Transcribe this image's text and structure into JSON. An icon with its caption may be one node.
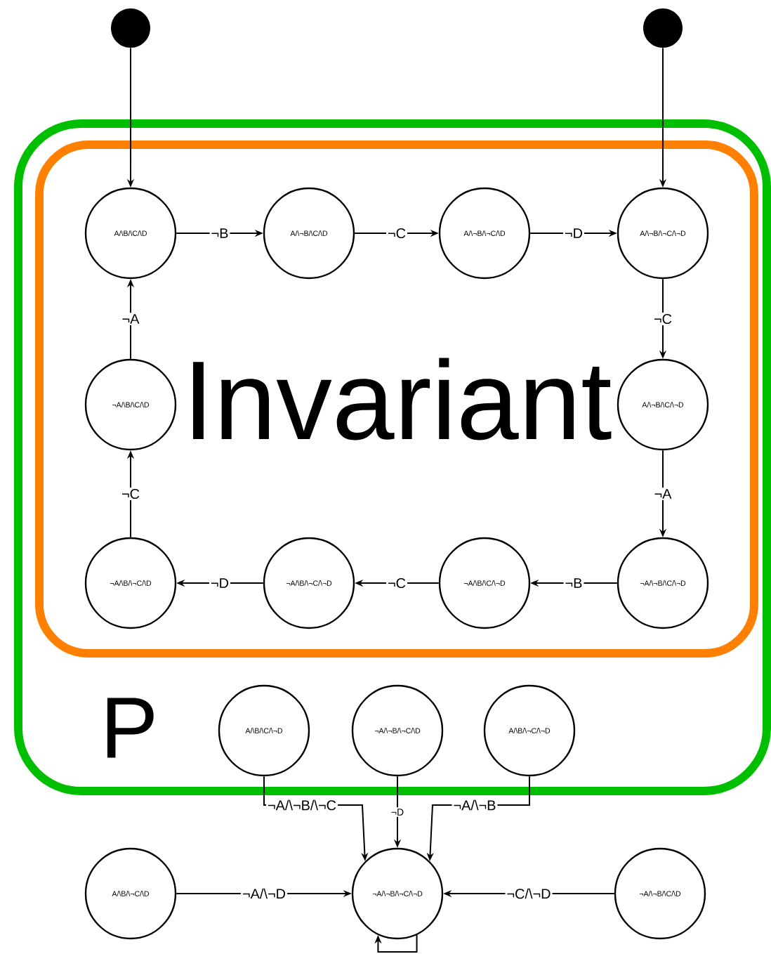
{
  "diagram": {
    "nodes": [
      {
        "text": [],
        "shape": "circle"
      },
      {
        "text": [],
        "shape": "circle"
      },
      {
        "text": [
          "P"
        ]
      },
      {
        "text": [
          "Invariant"
        ],
        "in": 2
      },
      {
        "text": [
          "A/\\B/\\C/\\D"
        ],
        "in": 3
      },
      {
        "text": [
          "A/\\¬B/\\C/\\D"
        ],
        "in": 3
      },
      {
        "text": [
          "A/\\¬B/\\¬C/\\D"
        ],
        "in": 3
      },
      {
        "text": [
          "A/\\¬B/\\¬C/\\¬D"
        ],
        "in": 3
      },
      {
        "text": [
          "¬A/\\B/\\C/\\D"
        ],
        "in": 3
      },
      {
        "text": [
          "A/\\¬B/\\C/\\¬D"
        ],
        "in": 3
      },
      {
        "text": [
          "¬A/\\B/\\¬C/\\D"
        ],
        "in": 3
      },
      {
        "text": [
          "¬A/\\B/\\¬C/\\¬D"
        ],
        "in": 3
      },
      {
        "text": [
          "¬A/\\B/\\C/\\¬D"
        ],
        "in": 3
      },
      {
        "text": [
          "¬A/\\¬B/\\C/\\¬D"
        ],
        "in": 3
      },
      {
        "text": [
          "A/\\B/\\C/\\¬D"
        ],
        "in": 2
      },
      {
        "text": [
          "¬A/\\¬B/\\¬C/\\D"
        ],
        "in": 2
      },
      {
        "text": [
          "A/\\B/\\¬C/\\¬D"
        ],
        "in": 2
      },
      {
        "text": [
          "A/\\B/\\¬C/\\D"
        ]
      },
      {
        "text": [
          "¬A/\\¬B/\\¬C/\\¬D"
        ]
      },
      {
        "text": [
          "¬A/\\¬B/\\C/\\D"
        ]
      }
    ],
    "edges": [
      {
        "from": 0,
        "to": 4,
        "arrow": "to"
      },
      {
        "from": 1,
        "to": 7,
        "arrow": "to"
      },
      {
        "from": 4,
        "to": 5,
        "arrow": "to",
        "label": "¬B"
      },
      {
        "from": 5,
        "to": 6,
        "arrow": "to",
        "label": "¬C"
      },
      {
        "from": 6,
        "to": 7,
        "arrow": "to",
        "label": "¬D"
      },
      {
        "from": 7,
        "to": 9,
        "arrow": "to",
        "label": "¬C"
      },
      {
        "from": 9,
        "to": 13,
        "arrow": "to",
        "label": "¬A"
      },
      {
        "from": 13,
        "to": 12,
        "arrow": "to",
        "label": "¬B"
      },
      {
        "from": 12,
        "to": 11,
        "arrow": "to",
        "label": "¬C"
      },
      {
        "from": 11,
        "to": 10,
        "arrow": "to",
        "label": "¬D"
      },
      {
        "from": 10,
        "to": 8,
        "arrow": "to",
        "label": "¬C"
      },
      {
        "from": 8,
        "to": 4,
        "arrow": "to",
        "label": "¬A"
      },
      {
        "from": 14,
        "to": 18,
        "arrow": "to",
        "label": "¬A/\\¬B/\\¬C"
      },
      {
        "from": 15,
        "to": 18,
        "arrow": "to",
        "label": "¬D"
      },
      {
        "from": 16,
        "to": 18,
        "arrow": "to",
        "label": "¬A/\\¬B"
      },
      {
        "from": 17,
        "to": 18,
        "arrow": "to",
        "label": "¬A/\\¬D"
      },
      {
        "from": 19,
        "to": 18,
        "arrow": "to",
        "label": "¬C/\\¬D"
      },
      {
        "from": 18,
        "to": 18,
        "arrow": "to"
      }
    ]
  }
}
